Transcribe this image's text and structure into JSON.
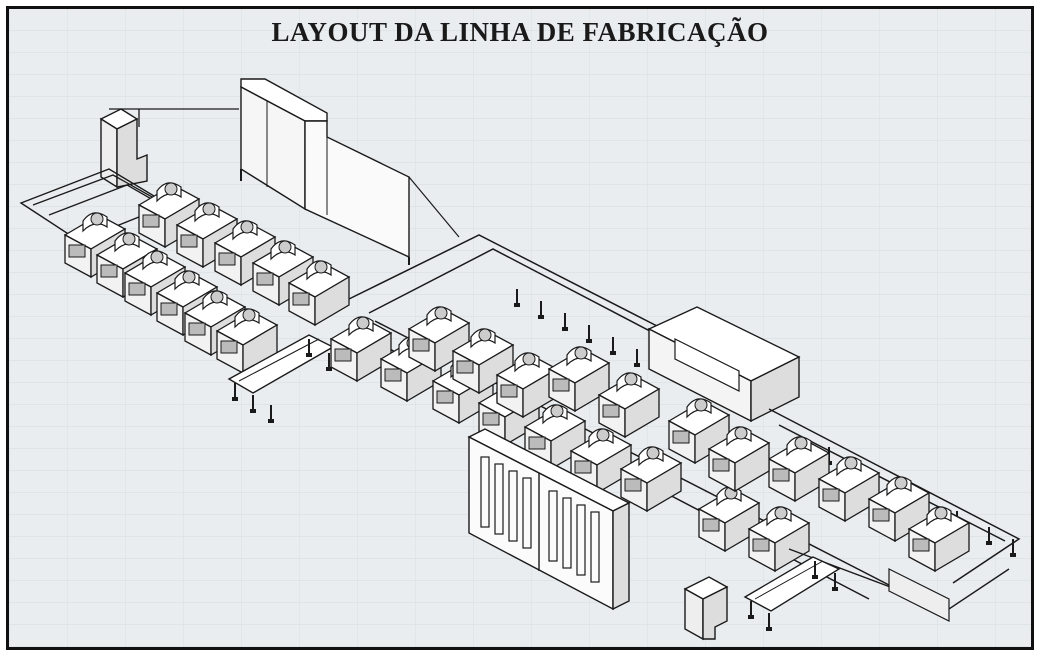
{
  "title": "LAYOUT DA LINHA DE FABRICAÇÃO",
  "colors": {
    "paper": "#e9edf0",
    "ink": "#1a1a1a",
    "machine_fill": "#ffffff",
    "shade": "#cfd4d8"
  },
  "components": [
    "control-cabinet-left",
    "control-cabinet-bottom",
    "tall-panel-top",
    "panel-wall-front",
    "overhead-housing",
    "conveyor-section-left",
    "conveyor-section-middle",
    "conveyor-section-right",
    "machining-stations-left",
    "machining-stations-middle",
    "machining-stations-right",
    "transfer-table-left",
    "transfer-table-right",
    "gantry-frame-right"
  ]
}
